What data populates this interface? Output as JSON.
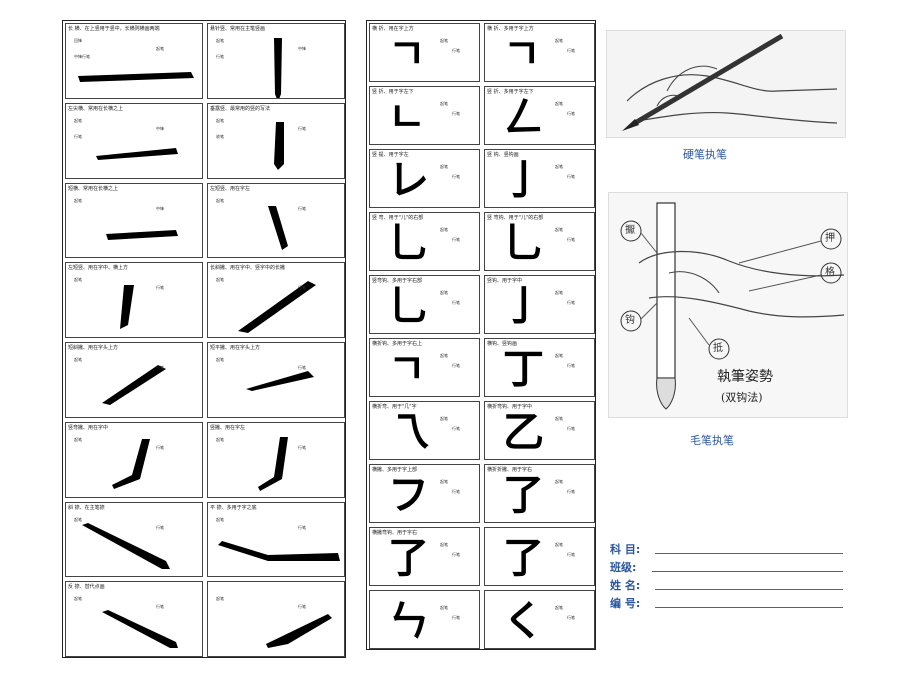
{
  "left_sheet": {
    "rows": [
      {
        "left": {
          "caption": "长 横、在上竖用于竖中，长横则横画两端",
          "annotations": [
            "回锋",
            "起笔",
            "中锋行笔"
          ]
        },
        "right": {
          "caption": "悬针竖、常用在主笔竖画",
          "annotations": [
            "起笔",
            "中锋",
            "行笔"
          ]
        }
      },
      {
        "left": {
          "caption": "左尖横、常用在长横之上",
          "annotations": [
            "起笔",
            "中锋",
            "行笔"
          ]
        },
        "right": {
          "caption": "垂露竖、最常用的竖的写法",
          "annotations": [
            "起笔",
            "行笔",
            "收笔"
          ]
        }
      },
      {
        "left": {
          "caption": "短横、常用在长横之上",
          "annotations": [
            "起笔",
            "中锋"
          ]
        },
        "right": {
          "caption": "左短竖、用在字左",
          "annotations": [
            "起笔",
            "行笔"
          ]
        }
      },
      {
        "left": {
          "caption": "左短竖、用在字中、横上方",
          "annotations": [
            "起笔",
            "行笔"
          ]
        },
        "right": {
          "caption": "长斜撇、用在字中、竖字中的长撇",
          "annotations": [
            "起笔",
            "行笔"
          ]
        }
      },
      {
        "left": {
          "caption": "短斜撇、用在字头上方",
          "annotations": [
            "起笔",
            "行笔"
          ]
        },
        "right": {
          "caption": "短平撇、用在字头上方",
          "annotations": [
            "起笔",
            "行笔"
          ]
        }
      },
      {
        "left": {
          "caption": "竖弯撇、用在字中",
          "annotations": [
            "起笔",
            "行笔"
          ]
        },
        "right": {
          "caption": "竖撇、用在字左",
          "annotations": [
            "起笔",
            "行笔"
          ]
        }
      },
      {
        "left": {
          "caption": "斜 捺、在主笔捺",
          "annotations": [
            "起笔",
            "行笔"
          ]
        },
        "right": {
          "caption": "平 捺、多用于字之底",
          "annotations": [
            "起笔",
            "行笔"
          ]
        }
      },
      {
        "left": {
          "caption": "反 捺、替代点画",
          "annotations": [
            "起笔",
            "行笔"
          ]
        },
        "right": {
          "caption": "",
          "annotations": [
            "起笔",
            "行笔"
          ]
        }
      }
    ]
  },
  "middle_sheet": {
    "rows": [
      {
        "left": {
          "caption": "横 折、用在字上方",
          "glyph": "ㄱ",
          "annotations": [
            "起笔",
            "行笔"
          ]
        },
        "right": {
          "caption": "横 折、多用于字上方",
          "glyph": "ㄱ",
          "annotations": [
            "起笔",
            "行笔"
          ]
        }
      },
      {
        "left": {
          "caption": "竖 折、用于字左下",
          "glyph": "ㄴ",
          "annotations": [
            "起笔",
            "行笔"
          ]
        },
        "right": {
          "caption": "竖 折、多用于字左下",
          "glyph": "ㄥ",
          "annotations": [
            "起笔",
            "行笔"
          ]
        }
      },
      {
        "left": {
          "caption": "竖 提、用于字左",
          "glyph": "レ",
          "annotations": [
            "起笔",
            "行笔"
          ]
        },
        "right": {
          "caption": "竖 钩、竖钩画",
          "glyph": "亅",
          "annotations": [
            "起笔",
            "行笔"
          ]
        }
      },
      {
        "left": {
          "caption": "竖 弯、用于\"儿\"的右部",
          "glyph": "乚",
          "annotations": [
            "起笔",
            "行笔"
          ]
        },
        "right": {
          "caption": "竖 弯钩、用于\"儿\"的右部",
          "glyph": "乚",
          "annotations": [
            "起笔",
            "行笔"
          ]
        }
      },
      {
        "left": {
          "caption": "竖弯钩、多用于字右部",
          "glyph": "乚",
          "annotations": [
            "起笔",
            "行笔"
          ]
        },
        "right": {
          "caption": "竖钩、用于字中",
          "glyph": "亅",
          "annotations": [
            "起笔",
            "行笔"
          ]
        }
      },
      {
        "left": {
          "caption": "横折钩、多用于字右上",
          "glyph": "ㄱ",
          "annotations": [
            "起笔",
            "行笔"
          ]
        },
        "right": {
          "caption": "横钩、竖钩画",
          "glyph": "丁",
          "annotations": [
            "起笔",
            "行笔"
          ]
        }
      },
      {
        "left": {
          "caption": "横折弯、用于\"几\"字",
          "glyph": "乁",
          "annotations": [
            "起笔",
            "行笔"
          ]
        },
        "right": {
          "caption": "横折弯钩、用于字中",
          "glyph": "乙",
          "annotations": [
            "起笔",
            "行笔"
          ]
        }
      },
      {
        "left": {
          "caption": "横撇、多用于字上部",
          "glyph": "フ",
          "annotations": [
            "起笔",
            "行笔"
          ]
        },
        "right": {
          "caption": "横折折撇、用于字右",
          "glyph": "了",
          "annotations": [
            "起笔",
            "行笔"
          ]
        }
      },
      {
        "left": {
          "caption": "横撇弯钩、用于字右",
          "glyph": "了",
          "annotations": [
            "起笔",
            "行笔"
          ]
        },
        "right": {
          "caption": "",
          "glyph": "了",
          "annotations": [
            "起笔",
            "行笔"
          ]
        }
      },
      {
        "left": {
          "caption": "",
          "glyph": "ㄣ",
          "annotations": [
            "起笔",
            "行笔"
          ]
        },
        "right": {
          "caption": "",
          "glyph": "く",
          "annotations": [
            "起笔",
            "行笔"
          ]
        }
      }
    ]
  },
  "illustrations": {
    "hard_pen_caption": "硬笔执笔",
    "brush_caption": "毛笔执笔",
    "brush_labels": [
      "擫",
      "押",
      "钩",
      "格",
      "抵"
    ],
    "brush_title": "執筆姿勢",
    "brush_subtitle": "(双钩法)"
  },
  "form": {
    "fields": [
      {
        "label": "科 目:"
      },
      {
        "label": "班级:"
      },
      {
        "label": "姓 名:"
      },
      {
        "label": "编 号:"
      }
    ]
  },
  "colors": {
    "form_blue": "#2a55a0",
    "ink": "#000000"
  }
}
